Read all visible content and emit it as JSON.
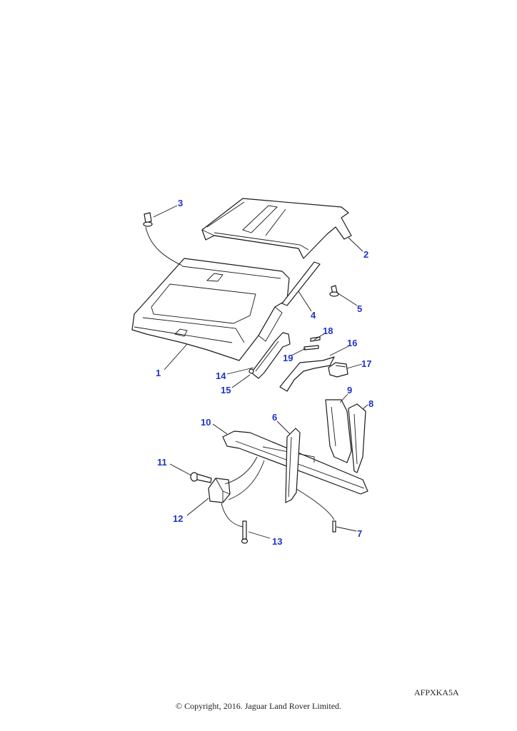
{
  "callouts": [
    "1",
    "2",
    "3",
    "4",
    "5",
    "6",
    "7",
    "8",
    "9",
    "10",
    "11",
    "12",
    "13",
    "14",
    "15",
    "16",
    "17",
    "18",
    "19"
  ],
  "figure_code": "AFPXKA5A",
  "copyright": "© Copyright, 2016. Jaguar Land Rover Limited.",
  "colors": {
    "callout": "#1f33c8",
    "line": "#1a1a1a"
  }
}
